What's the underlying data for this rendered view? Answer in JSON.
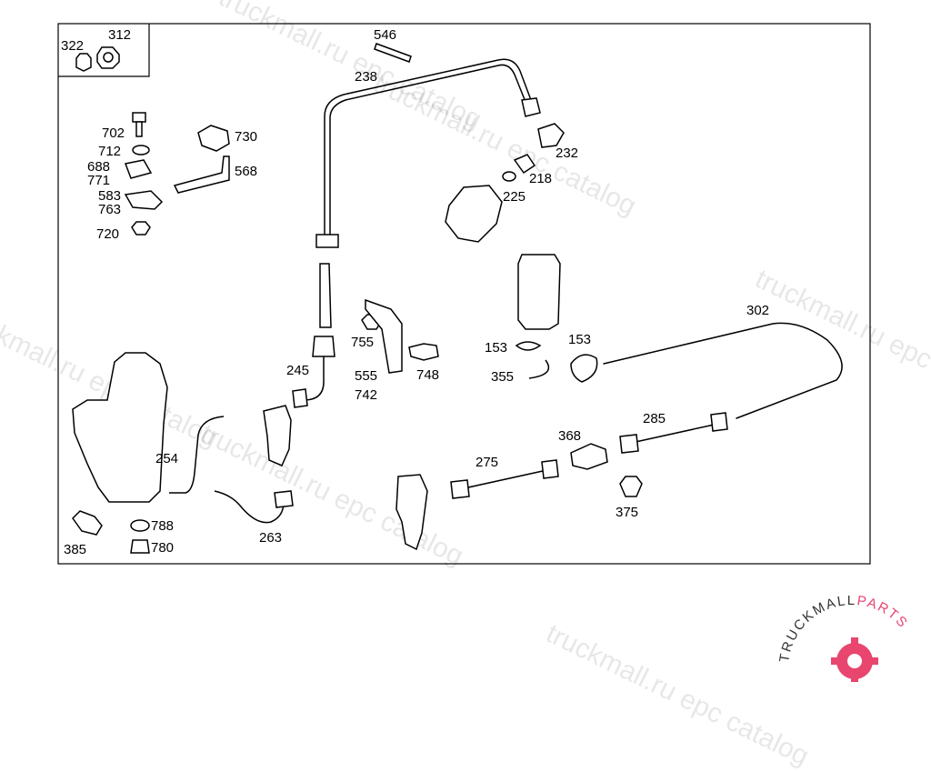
{
  "watermark": {
    "text": "truckmall.ru epc catalog"
  },
  "logo": {
    "text_main": "TRUCKMALL",
    "text_accent": "PARTS",
    "accent_color": "#e8456f"
  },
  "callouts": {
    "c322": "322",
    "c312": "312",
    "c546": "546",
    "c238": "238",
    "c702": "702",
    "c712": "712",
    "c730": "730",
    "c688": "688",
    "c771": "771",
    "c568": "568",
    "c583": "583",
    "c763": "763",
    "c720": "720",
    "c232": "232",
    "c218": "218",
    "c225": "225",
    "c755": "755",
    "c245": "245",
    "c555": "555",
    "c742": "742",
    "c748": "748",
    "c153a": "153",
    "c153b": "153",
    "c355": "355",
    "c302": "302",
    "c254": "254",
    "c263": "263",
    "c275": "275",
    "c368": "368",
    "c285": "285",
    "c375": "375",
    "c385": "385",
    "c788": "788",
    "c780": "780"
  }
}
